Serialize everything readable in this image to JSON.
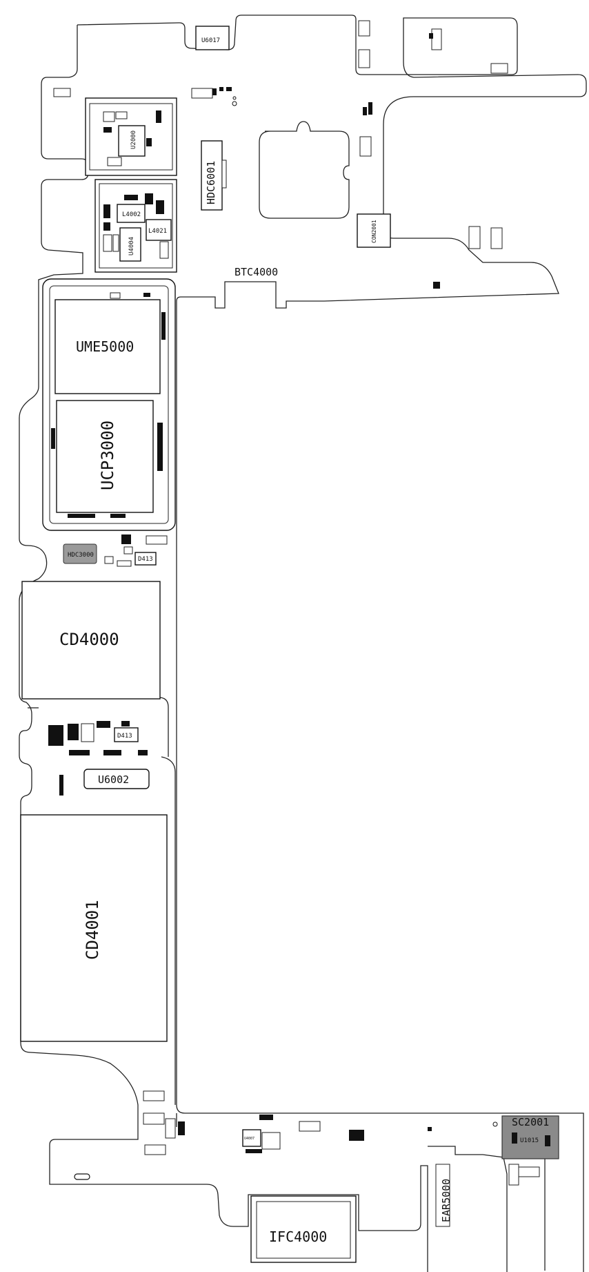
{
  "components": {
    "U6017": "U6017",
    "HDC6001": "HDC6001",
    "U2000": "U2000",
    "L4002": "L4002",
    "L4021": "L4021",
    "U4004": "U4004",
    "CON2001": "CON2001",
    "BTC4000": "BTC4000",
    "UME5000": "UME5000",
    "UCP3000": "UCP3000",
    "HDC3000": "HDC3000",
    "D413a": "D413",
    "CD4000": "CD4000",
    "D413b": "D413",
    "U6002": "U6002",
    "CD4001": "CD4001",
    "SC2001": "SC2001",
    "U1015": "U1015",
    "EAR5000": "EAR5000",
    "IFC4000": "IFC4000",
    "U4007": "U4007"
  },
  "colors": {
    "outline": "#222222",
    "pad": "#111111",
    "shield_fill": "#8a8a8a",
    "hdc_fill": "#9a9a9a"
  }
}
